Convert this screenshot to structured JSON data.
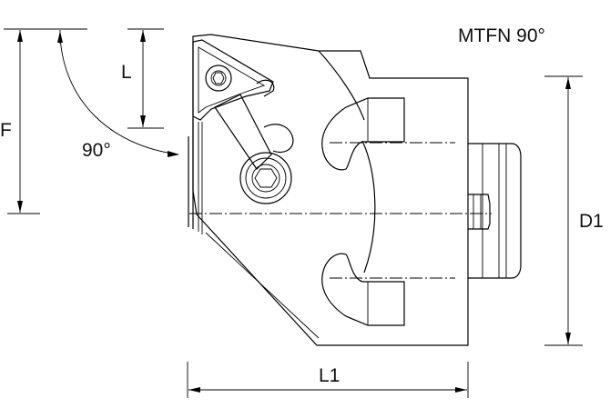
{
  "title": "MTFN 90°",
  "dimensions": {
    "F": "F",
    "L": "L",
    "angle": "90°",
    "D1": "D1",
    "L1": "L1"
  }
}
